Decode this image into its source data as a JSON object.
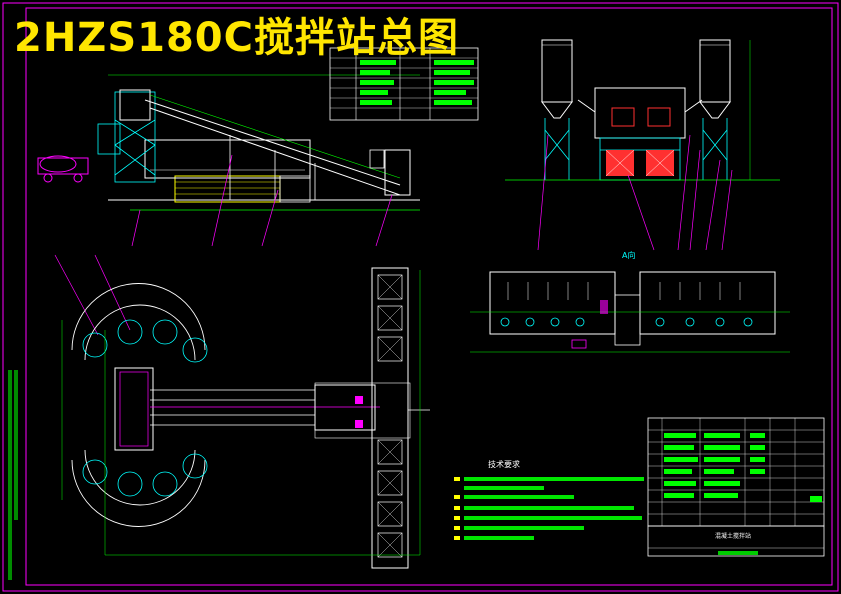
{
  "title": "2HZS180C搅拌站总图",
  "view_label_a": "A向",
  "tech_requirements": {
    "heading": "技术要求"
  },
  "title_block": {
    "caption": "混凝土搅拌站"
  },
  "colors": {
    "background": "#000000",
    "title": "#ffe600",
    "frame": "#ff00ff",
    "structure_white": "#ffffff",
    "structure_cyan": "#00ffff",
    "dimension_green": "#00ff00",
    "conveyor_yellow": "#ffff00",
    "leader_magenta": "#ff00ff",
    "tank_red": "#ff3030"
  }
}
